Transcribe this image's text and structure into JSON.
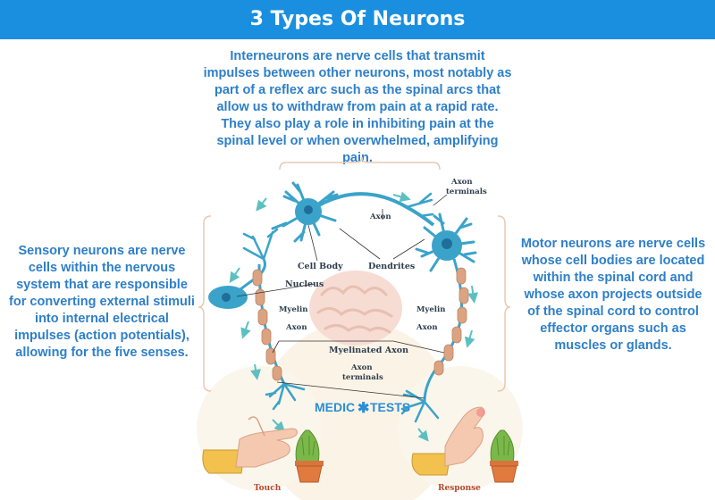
{
  "title": "3 Types Of Neurons",
  "interneurons_text": "Interneurons are nerve cells that transmit impulses between other neurons, most notably as part of a reflex arc such as the spinal arcs that allow us to withdraw from pain at a rapid rate. They also play a role in inhibiting pain at the spinal level or when overwhelmed, amplifying pain.",
  "sensory_text": "Sensory neurons are nerve cells within the nervous system that are responsible for converting external stimuli into internal electrical impulses (action potentials), allowing for the five senses.",
  "motor_text": "Motor neurons are nerve cells whose cell bodies are located within the spinal cord and whose axon projects outside of the spinal cord to control effector organs such as muscles or glands.",
  "labels": {
    "axon_terminals_top": [
      "Axon",
      "terminals"
    ],
    "axon_top": "Axon",
    "cell_body": "Cell Body",
    "dendrites": "Dendrites",
    "nucleus": "Nucleus",
    "myelin_left": "Myelin",
    "myelin_right": "Myelin",
    "axon_left": "Axon",
    "axon_right": "Axon",
    "myelinated_axon": "Myelinated Axon",
    "axon_terminals_bottom": [
      "Axon",
      "terminals"
    ],
    "touch": "Touch",
    "response": "Response"
  },
  "logo": {
    "part1": "MEDIC",
    "part2": "TESTS",
    "symbol": "✱"
  },
  "colors": {
    "header": "#1a8fe0",
    "text": "#2e7fc8",
    "neuron": "#3ba3c9",
    "myelin": "#dca382",
    "caption": "#b44a30"
  }
}
